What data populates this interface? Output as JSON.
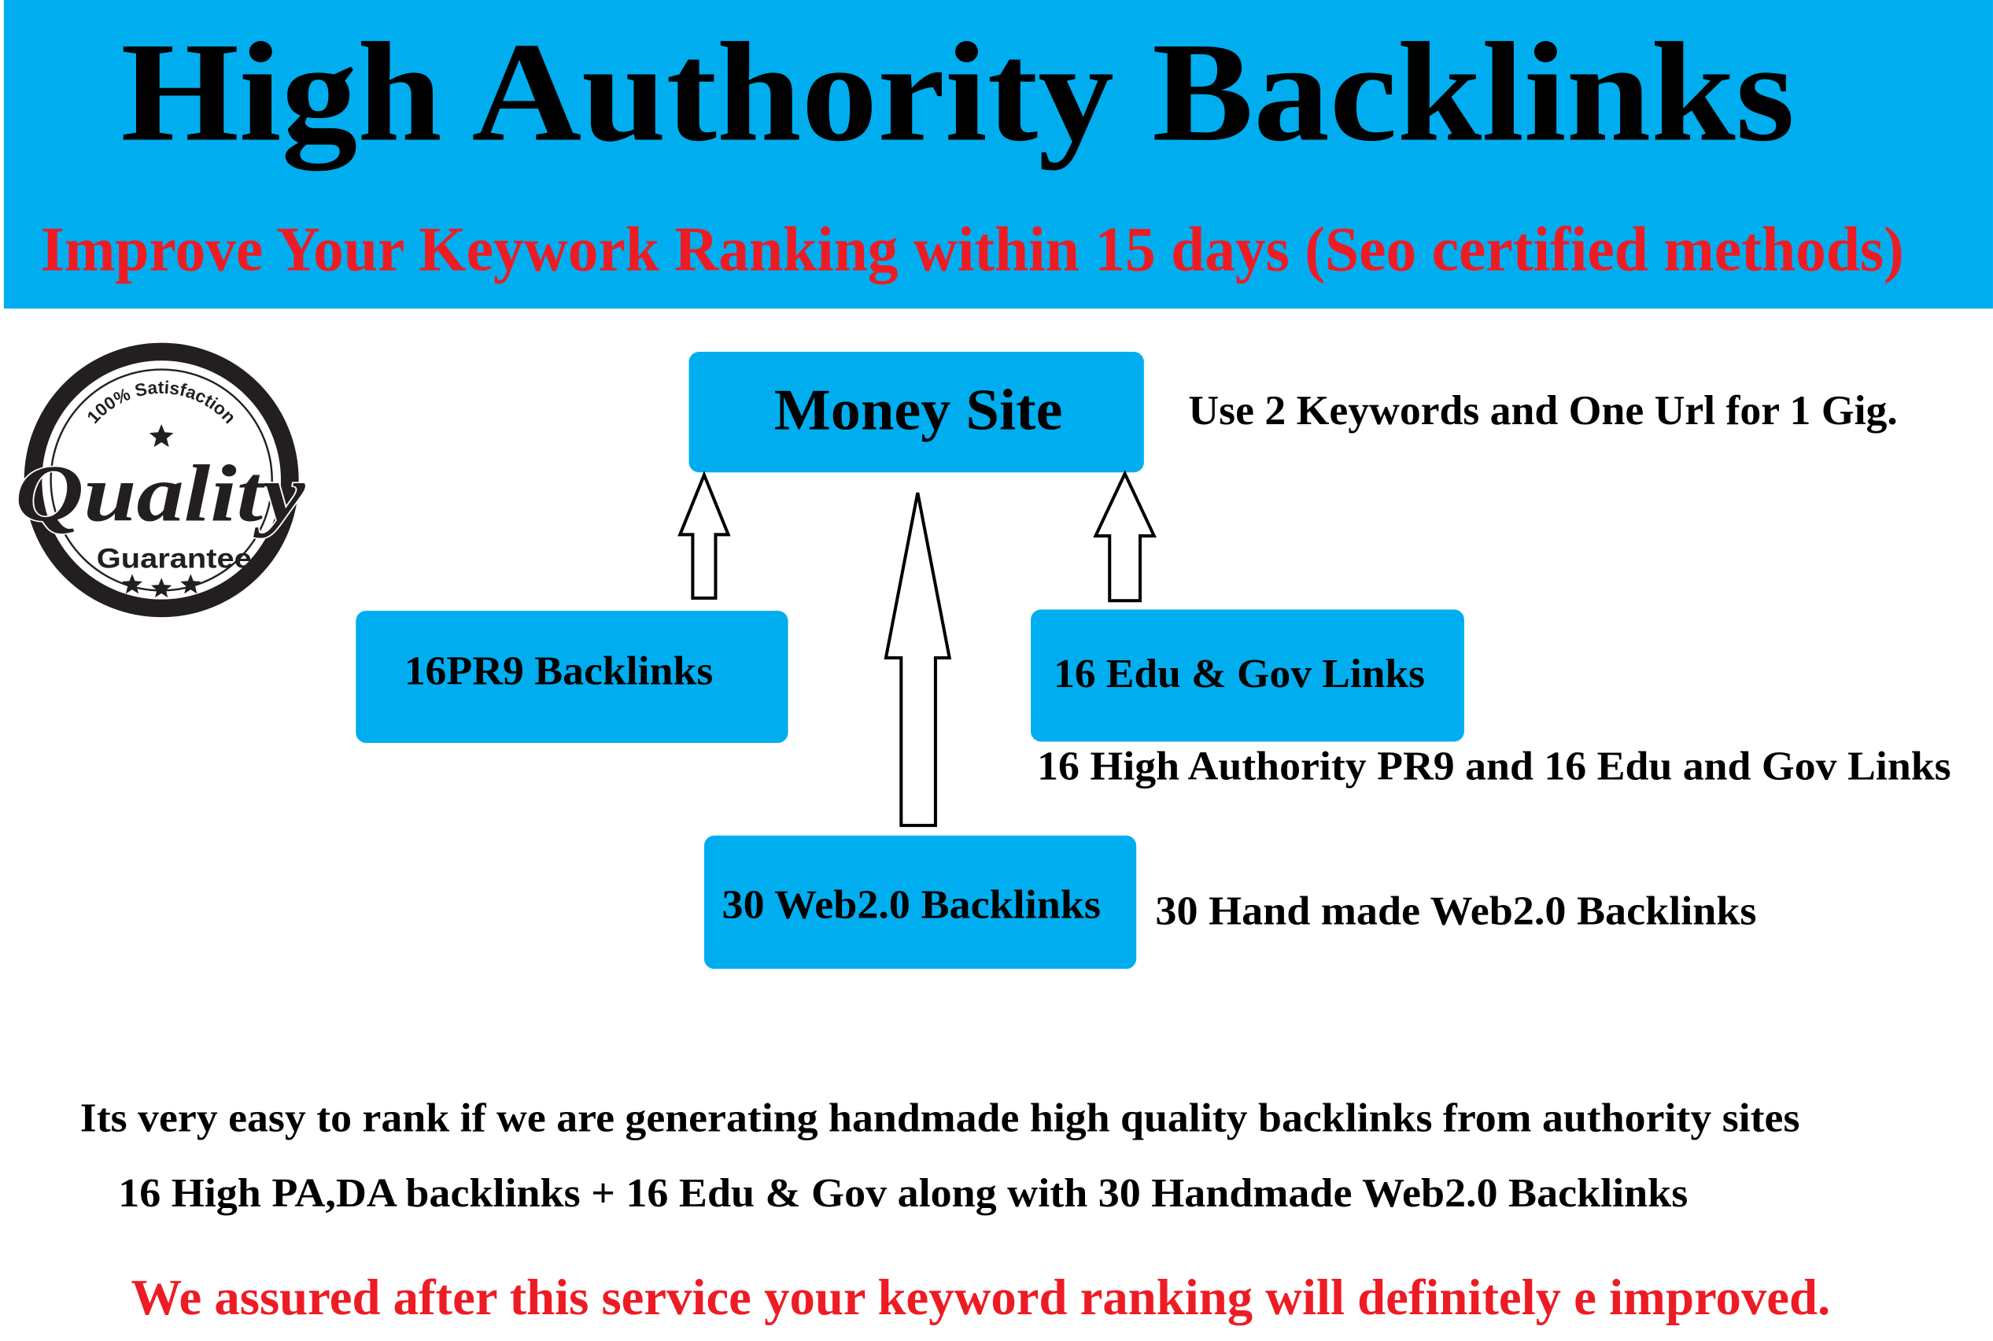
{
  "colors": {
    "header_bg": "#00AEEF",
    "box_bg": "#00AEEF",
    "title": "#000000",
    "accent_red": "#ED1C24"
  },
  "header": {
    "title": "High Authority Backlinks",
    "subtitle": "Improve Your Keywork Ranking within 15 days (Seo certified methods)"
  },
  "badge": {
    "top_text": "100% Satisfaction",
    "main_text": "Quality",
    "bottom_text": "Guarantee",
    "stars_bottom": 3,
    "icon": "quality-guarantee-seal"
  },
  "diagram": {
    "money_site": {
      "label": "Money Site",
      "note": "Use 2 Keywords and One Url for 1 Gig."
    },
    "pr9": {
      "label": "16PR9 Backlinks"
    },
    "edu_gov": {
      "label": "16 Edu & Gov Links",
      "note": "16 High Authority PR9 and 16 Edu and Gov Links"
    },
    "web20": {
      "label": "30 Web2.0 Backlinks",
      "note": "30 Hand made Web2.0 Backlinks"
    }
  },
  "footer": {
    "line1": "Its very easy to rank if we are generating handmade high quality backlinks from authority sites",
    "line2": "16 High PA,DA backlinks + 16 Edu & Gov along with 30 Handmade Web2.0 Backlinks",
    "assurance": "We assured after this service your keyword ranking will definitely e improved."
  }
}
